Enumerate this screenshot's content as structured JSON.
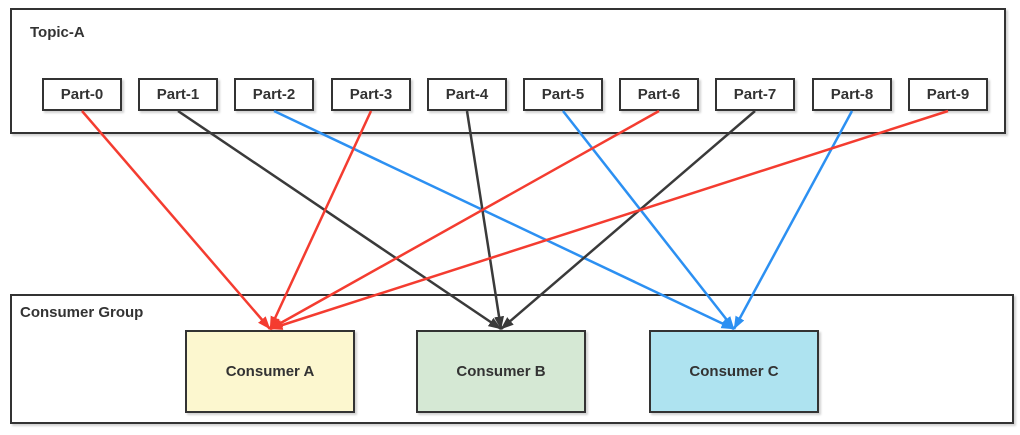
{
  "diagram": {
    "topic": {
      "label": "Topic-A",
      "partitions": [
        {
          "label": "Part-0"
        },
        {
          "label": "Part-1"
        },
        {
          "label": "Part-2"
        },
        {
          "label": "Part-3"
        },
        {
          "label": "Part-4"
        },
        {
          "label": "Part-5"
        },
        {
          "label": "Part-6"
        },
        {
          "label": "Part-7"
        },
        {
          "label": "Part-8"
        },
        {
          "label": "Part-9"
        }
      ]
    },
    "consumer_group": {
      "label": "Consumer Group",
      "consumers": [
        {
          "label": "Consumer A",
          "fill": "#fcf7cf"
        },
        {
          "label": "Consumer B",
          "fill": "#d5e8d4"
        },
        {
          "label": "Consumer C",
          "fill": "#aee3f0"
        }
      ]
    },
    "edges": [
      {
        "from": "Part-0",
        "to": "Consumer A",
        "color": "#f43c30"
      },
      {
        "from": "Part-1",
        "to": "Consumer B",
        "color": "#3a3a3a"
      },
      {
        "from": "Part-2",
        "to": "Consumer C",
        "color": "#2c90f2"
      },
      {
        "from": "Part-3",
        "to": "Consumer A",
        "color": "#f43c30"
      },
      {
        "from": "Part-4",
        "to": "Consumer B",
        "color": "#3a3a3a"
      },
      {
        "from": "Part-5",
        "to": "Consumer C",
        "color": "#2c90f2"
      },
      {
        "from": "Part-6",
        "to": "Consumer A",
        "color": "#f43c30"
      },
      {
        "from": "Part-7",
        "to": "Consumer B",
        "color": "#3a3a3a"
      },
      {
        "from": "Part-8",
        "to": "Consumer C",
        "color": "#2c90f2"
      },
      {
        "from": "Part-9",
        "to": "Consumer A",
        "color": "#f43c30"
      }
    ],
    "colors": {
      "border": "#333333",
      "text": "#333333",
      "arrow_red": "#f43c30",
      "arrow_black": "#3a3a3a",
      "arrow_blue": "#2c90f2",
      "consumer_a_fill": "#fcf7cf",
      "consumer_b_fill": "#d5e8d4",
      "consumer_c_fill": "#aee3f0"
    }
  }
}
